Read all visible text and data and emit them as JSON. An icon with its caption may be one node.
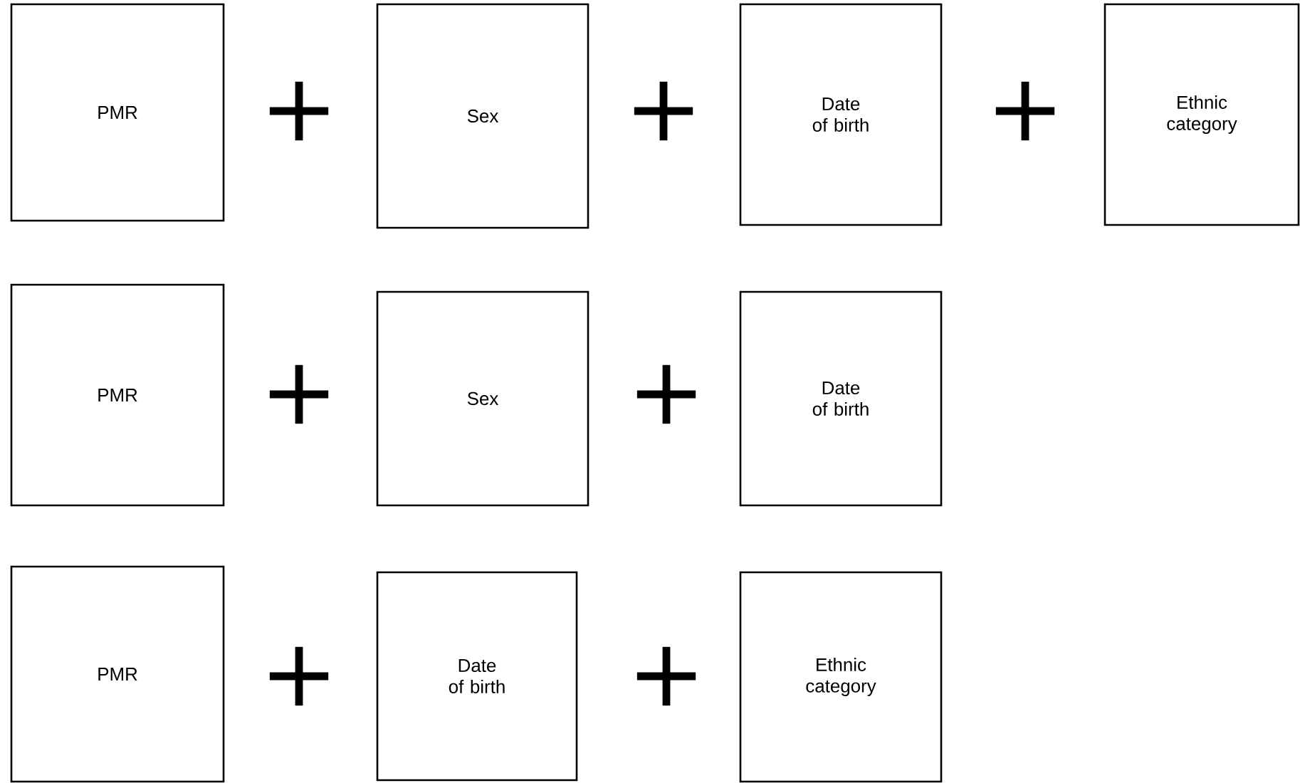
{
  "diagram": {
    "nodes": [
      {
        "text": [
          "PMR"
        ]
      },
      {
        "text": [
          "Sex"
        ]
      },
      {
        "text": [
          "Date of birth"
        ]
      },
      {
        "text": [
          "Ethnic category"
        ]
      },
      {
        "text": [
          "PMR"
        ]
      },
      {
        "text": [
          "Sex"
        ]
      },
      {
        "text": [
          "Date of birth"
        ]
      },
      {
        "text": [
          "PMR"
        ]
      },
      {
        "text": [
          "Date of birth"
        ]
      },
      {
        "text": [
          "Ethnic category"
        ]
      }
    ],
    "labels": [
      "+",
      "+",
      "+",
      "+",
      "+",
      "+",
      "+"
    ]
  }
}
